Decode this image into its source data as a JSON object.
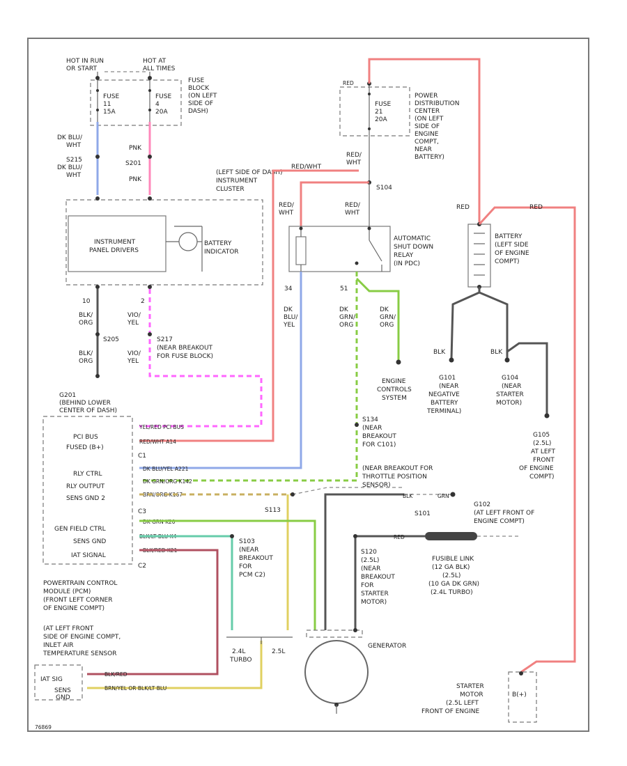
{
  "labels": {
    "hot_run_start": [
      "HOT IN RUN",
      "OR START"
    ],
    "hot_at_all_times": [
      "HOT AT",
      "ALL TIMES"
    ],
    "fuse11": [
      "FUSE",
      "11",
      "15A"
    ],
    "fuse4": [
      "FUSE",
      "4",
      "20A"
    ],
    "fuse_block": [
      "FUSE",
      "BLOCK",
      "(ON LEFT",
      "SIDE OF",
      "DASH)"
    ],
    "fuse_pdc": [
      "FUSE",
      "21",
      "20A"
    ],
    "pdc": [
      "POWER",
      "DISTRIBUTION",
      "CENTER",
      "(ON LEFT",
      "SIDE OF",
      "ENGINE",
      "COMPT,",
      "NEAR",
      "BATTERY)"
    ],
    "dk_blu_wht_1": [
      "DK BLU/",
      "WHT"
    ],
    "s215": [
      "S215",
      "DK BLU/",
      "WHT"
    ],
    "pnk1": "PNK",
    "s201": "S201",
    "pnk2": "PNK",
    "red_wht_1": [
      "RED/",
      "WHT"
    ],
    "red_wht_2": "RED/WHT",
    "s104": "S104",
    "left_side_dash": [
      "(LEFT SIDE OF DASH)",
      "INSTRUMENT",
      "CLUSTER"
    ],
    "instrument_panel": [
      "INSTRUMENT",
      "PANEL DRIVERS"
    ],
    "battery_indicator": [
      "BATTERY",
      "INDICATOR"
    ],
    "red_wht_3": [
      "RED/",
      "WHT"
    ],
    "red_wht_4": [
      "RED/",
      "WHT"
    ],
    "asd_relay": [
      "AUTOMATIC",
      "SHUT DOWN",
      "RELAY",
      "(IN PDC)"
    ],
    "red_batt": "RED",
    "battery": [
      "BATTERY",
      "(LEFT SIDE",
      "OF ENGINE",
      "COMPT)"
    ],
    "red_batt2": "RED",
    "pin10": "10",
    "pin2": "2",
    "blk_org_1": [
      "BLK/",
      "ORG"
    ],
    "vio_yel_1": [
      "VIO/",
      "YEL"
    ],
    "s205": "S205",
    "s217": [
      "S217",
      "(NEAR BREAKOUT",
      "FOR FUSE BLOCK)"
    ],
    "blk_org_2": [
      "BLK/",
      "ORG"
    ],
    "vio_yel_2": [
      "VIO/",
      "YEL"
    ],
    "pin34": "34",
    "pin51": "51",
    "dk_blu_yel": [
      "DK",
      "BLU/",
      "YEL"
    ],
    "dk_grn_org_1": [
      "DK",
      "GRN/",
      "ORG"
    ],
    "dk_grn_org_2": [
      "DK",
      "GRN/",
      "ORG"
    ],
    "engine_controls": [
      "ENGINE",
      "CONTROLS",
      "SYSTEM"
    ],
    "blk1": "BLK",
    "blk2": "BLK",
    "g101": [
      "G101",
      "(NEAR",
      "NEGATIVE",
      "BATTERY",
      "TERMINAL)"
    ],
    "g104": [
      "G104",
      "(NEAR",
      "STARTER",
      "MOTOR)"
    ],
    "g105": [
      "G105",
      "(2.5L)",
      "AT LEFT",
      "FRONT",
      "OF ENGINE",
      "COMPT)"
    ],
    "g201": [
      "G201",
      "(BEHIND LOWER",
      "CENTER OF DASH)"
    ],
    "pcm_pins_top": [
      "PCI BUS",
      "FUSED (B+)",
      "C1"
    ],
    "pcm_pins_mid": [
      "RLY CTRL",
      "RLY OUTPUT",
      "SENS GND 2",
      "C3"
    ],
    "pcm_pins_bot": [
      "GEN FIELD CTRL",
      "SENS GND",
      "IAT SIGNAL",
      "C2"
    ],
    "pcm": [
      "POWERTRAIN CONTROL",
      "MODULE (PCM)",
      "(FRONT LEFT CORNER",
      "OF ENGINE COMPT)"
    ],
    "s134": [
      "S134",
      "(NEAR",
      "BREAKOUT",
      "FOR C101)"
    ],
    "near_tps": [
      "(NEAR BREAKOUT FOR",
      "THROTTLE POSITION",
      "SENSOR)"
    ],
    "s113": "S113",
    "s101": "S101",
    "g102": [
      "G102",
      "(AT LEFT FRONT OF",
      "ENGINE COMPT)"
    ],
    "s120": [
      "S120",
      "(2.5L)",
      "(NEAR",
      "BREAKOUT",
      "FOR",
      "STARTER",
      "MOTOR)"
    ],
    "fusible_link": [
      "FUSIBLE LINK",
      "(12 GA BLK)",
      "(2.5L)",
      "(10 GA DK GRN)",
      "(2.4L TURBO)"
    ],
    "s103": [
      "S103",
      "(NEAR",
      "BREAKOUT",
      "FOR",
      "PCM C2)"
    ],
    "iat_sensor": [
      "(AT LEFT FRONT",
      "SIDE OF ENGINE COMPT,",
      "INLET AIR",
      "TEMPERATURE SENSOR"
    ],
    "iat_box": [
      "IAT SIG",
      "SENS",
      "GND"
    ],
    "turbo": [
      "2.4L",
      "TURBO"
    ],
    "l25": "2.5L",
    "generator": "GENERATOR",
    "starter": [
      "STARTER",
      "MOTOR",
      "(2.5L LEFT",
      "FRONT OF ENGINE"
    ],
    "b1": "B(+)",
    "wire_pcm1": "YEL/RED    PCI BUS",
    "wire_pcm2": "RED/WHT    A14",
    "wire_pcm3": "DK BLU/YEL    A221",
    "wire_pcm4": "DK GRN/ORG    K142",
    "wire_pcm5": "BRN/ORG    K167",
    "wire_pcm6": "DK GRN    K20",
    "wire_pcm7": "BLK/LT BLU    K4",
    "wire_pcm8": "BLK/RED    K21",
    "wire_iat1": "BLK/RED",
    "wire_iat2": "BRN/YEL    OR BLK/LT BLU",
    "blk_s101": "BLK",
    "grn_s101": "GRN",
    "red_st": "RED",
    "redwire": "RED",
    "code": "76869"
  }
}
